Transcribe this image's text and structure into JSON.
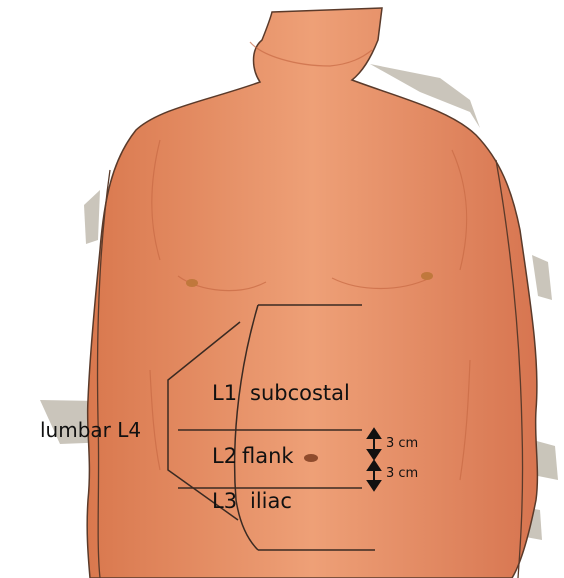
{
  "figure": {
    "colors": {
      "skin": "#e8946a",
      "skin_shadow": "#cf7048",
      "outline": "#5a3a2a",
      "lines": "#3a2a22",
      "background_shadow": "#b8b2a4",
      "nipple": "#c0783c"
    }
  },
  "labels": {
    "side_region": "lumbar L4",
    "regions": [
      {
        "code": "L1",
        "name": "subcostal"
      },
      {
        "code": "L2",
        "name": "flank"
      },
      {
        "code": "L3",
        "name": "iliac"
      }
    ],
    "measurements": [
      "3 cm",
      "3 cm"
    ]
  }
}
